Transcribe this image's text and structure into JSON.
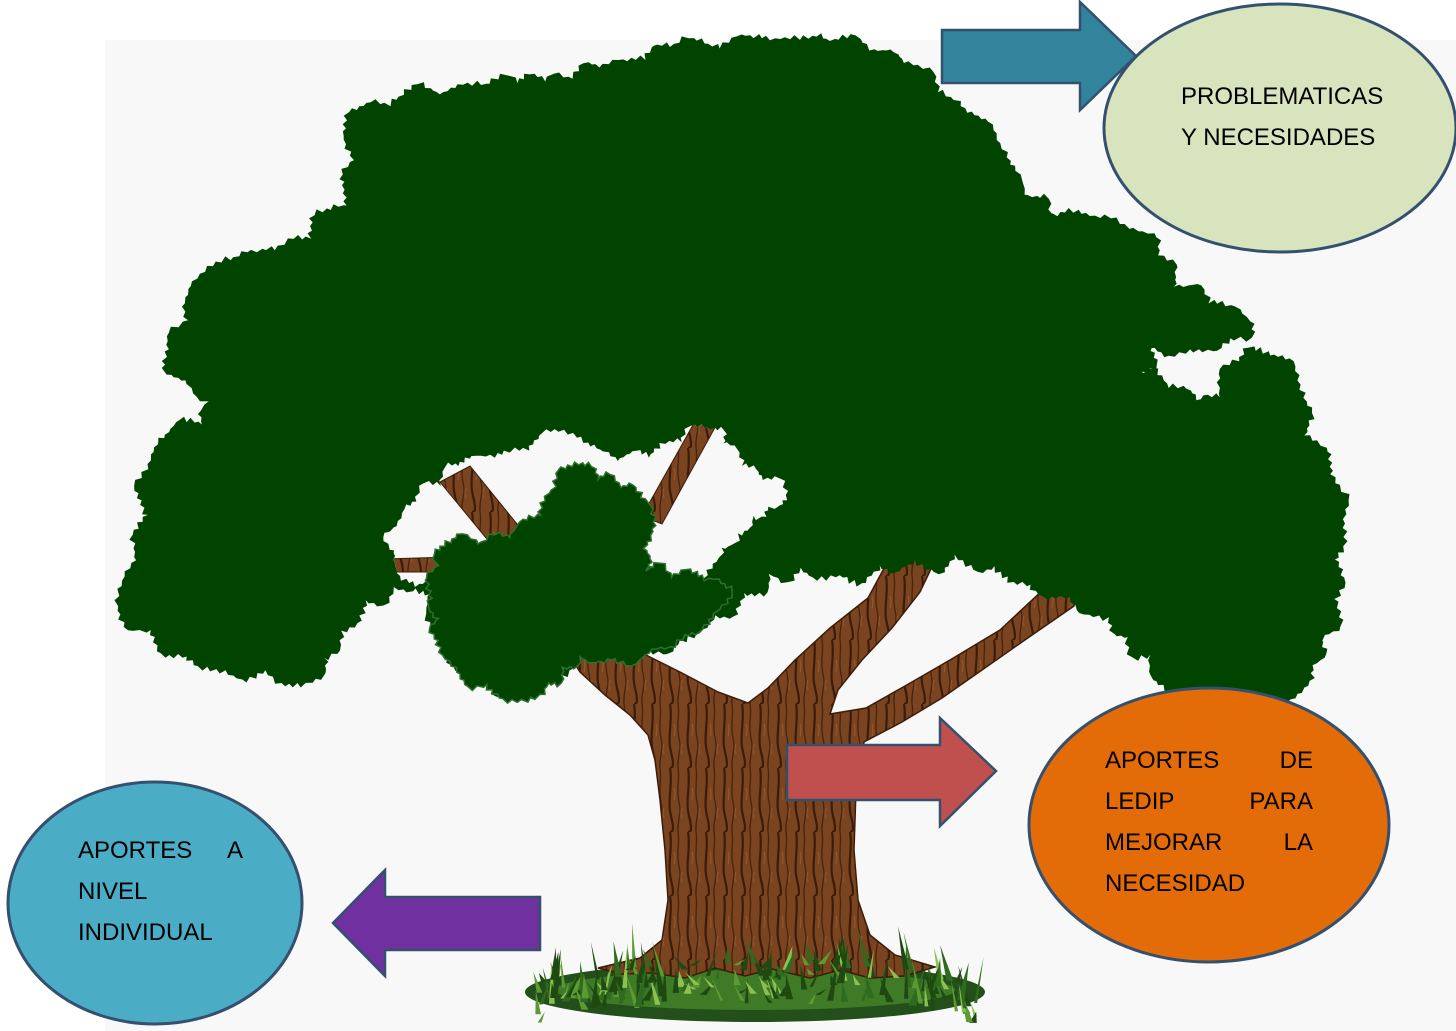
{
  "top_ellipse": {
    "lines": [
      "PROBLEMATICAS",
      "Y NECESIDADES"
    ],
    "fill": "#D7E4BD"
  },
  "right_ellipse": {
    "lines": [
      "APORTES DE",
      "LEDIP PARA",
      "MEJORAR LA",
      "NECESIDAD"
    ],
    "fill": "#E36C09"
  },
  "left_ellipse": {
    "lines": [
      "APORTES A",
      "NIVEL",
      "INDIVIDUAL"
    ],
    "fill": "#4BACC6"
  },
  "arrows": {
    "top": {
      "icon": "arrow-right-icon",
      "fill": "#31849B"
    },
    "right": {
      "icon": "arrow-right-icon",
      "fill": "#C0504D"
    },
    "left": {
      "icon": "arrow-left-icon",
      "fill": "#7030A0"
    }
  },
  "colors": {
    "outline": "#34506F",
    "canopy": "#004400",
    "trunk": "#7A4420",
    "grass": "#3F7A26",
    "background": "#F8F8F8"
  }
}
